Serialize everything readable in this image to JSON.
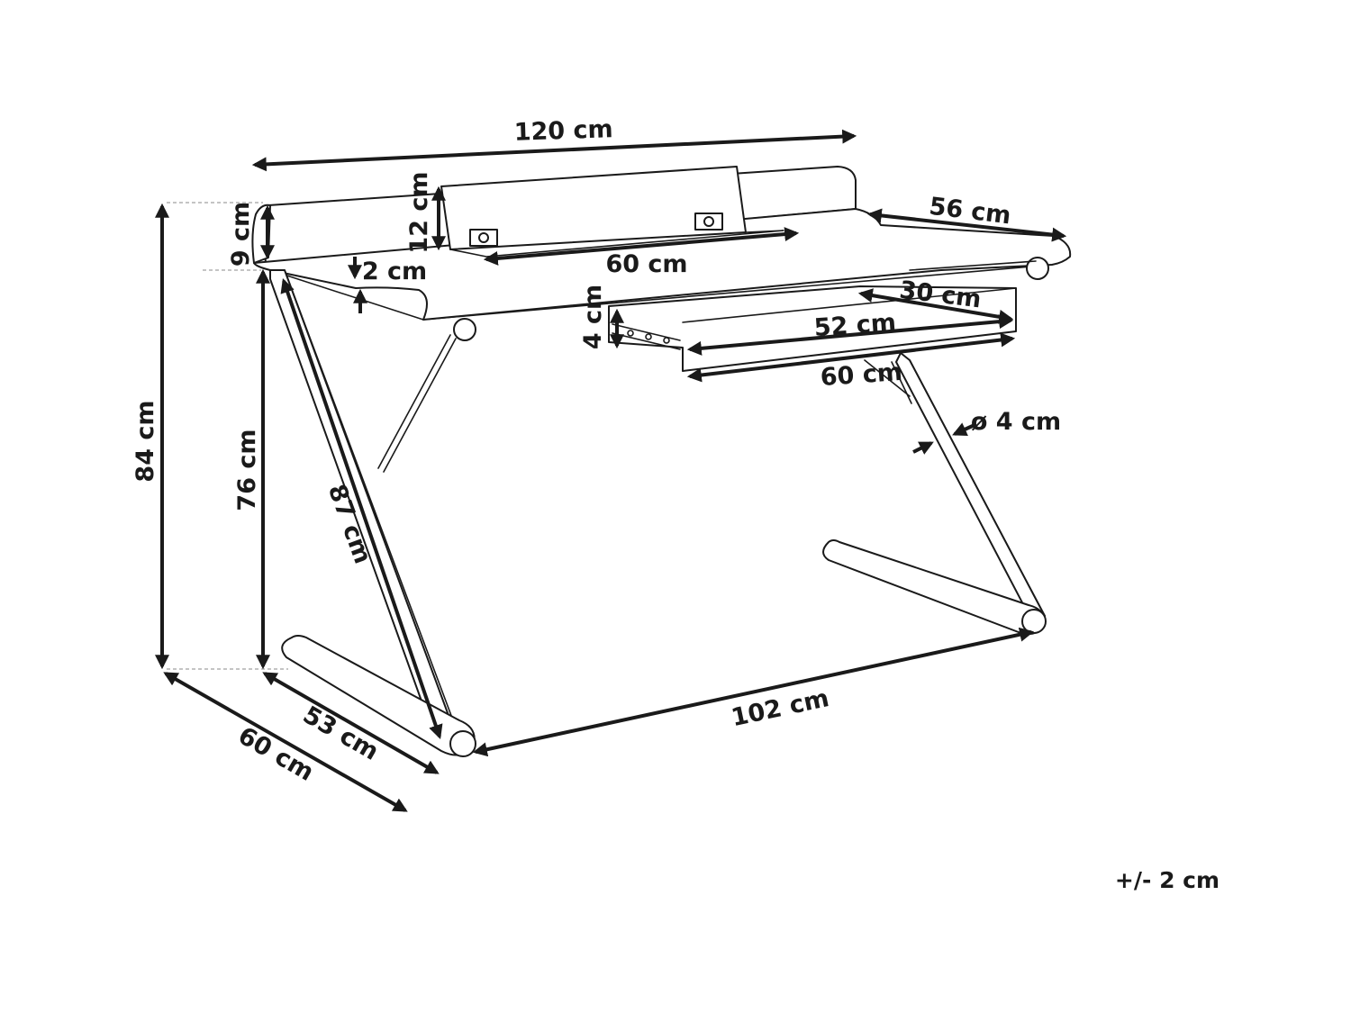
{
  "dimensions": {
    "width_total": "120 cm",
    "depth_top": "56 cm",
    "shelf_width": "60 cm",
    "shelf_height": "12 cm",
    "back_rail_height": "9 cm",
    "top_thickness": "2 cm",
    "drawer_depth": "30 cm",
    "drawer_inner_width": "52 cm",
    "drawer_outer_width": "60 cm",
    "drawer_height": "4 cm",
    "leg_diameter": "ø 4 cm",
    "total_height": "84 cm",
    "clearance_height": "76 cm",
    "leg_diagonal": "87 cm",
    "leg_base_depth": "53 cm",
    "overall_depth": "60 cm",
    "base_width": "102 cm"
  },
  "tolerance": "+/- 2 cm"
}
